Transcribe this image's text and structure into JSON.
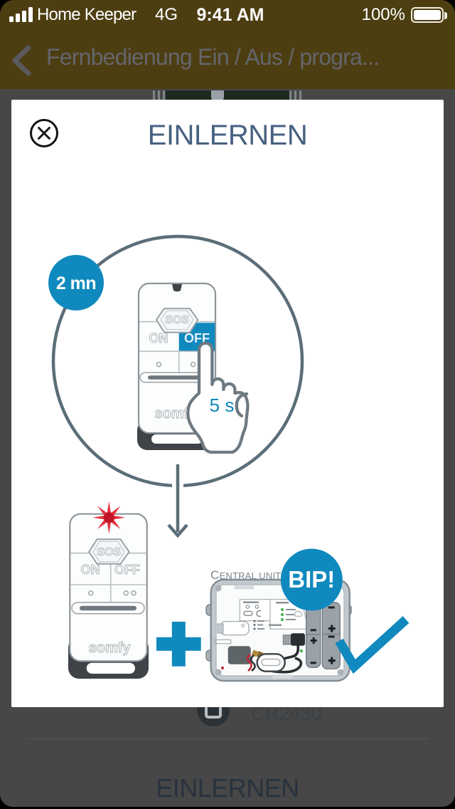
{
  "status_bar": {
    "carrier": "Home Keeper",
    "network": "4G",
    "time": "9:41 AM",
    "battery": "100%"
  },
  "nav_bar": {
    "title": "Fernbedienung Ein / Aus / progra..."
  },
  "modal": {
    "title": "EINLERNEN",
    "timer_badge": "2 mn",
    "hold_duration": "5 s",
    "remote": {
      "sos": "SOS",
      "on": "ON",
      "off": "OFF",
      "brand": "somfy"
    },
    "central_unit_label": "CENTRAL UNIT",
    "beep_badge": "BIP!"
  },
  "background_page": {
    "battery_model": "CR2430",
    "learn_button": "EINLERNEN"
  },
  "colors": {
    "accent_blue": "#0f89be",
    "header_olive": "#4d3e11",
    "title_blue": "#466080"
  }
}
